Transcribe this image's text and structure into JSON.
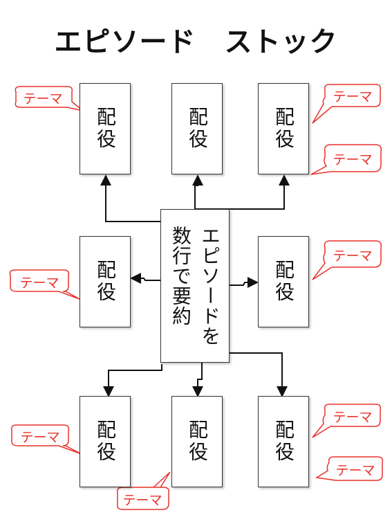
{
  "title": "エピソード　ストック",
  "center_label": "エピソードを\n数行で要約",
  "role_label": "配\n役",
  "theme_label": "テーマ",
  "colors": {
    "bubble_stroke": "#e8312a",
    "bubble_fill": "#fffdfd",
    "box_border": "#333333",
    "arrow": "#111111"
  }
}
